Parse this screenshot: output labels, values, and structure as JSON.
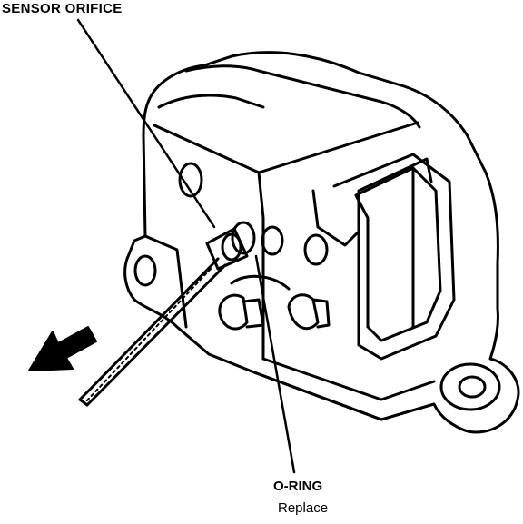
{
  "labels": {
    "sensor_orifice": "SENSOR ORIFICE",
    "o_ring": "O-RING",
    "o_ring_note": "Replace"
  },
  "colors": {
    "ink": "#000000",
    "paper": "#ffffff"
  },
  "icons": {
    "arrow": "arrow-left-down-icon",
    "tool": "pick-tool-icon",
    "part": "sensor-housing"
  }
}
